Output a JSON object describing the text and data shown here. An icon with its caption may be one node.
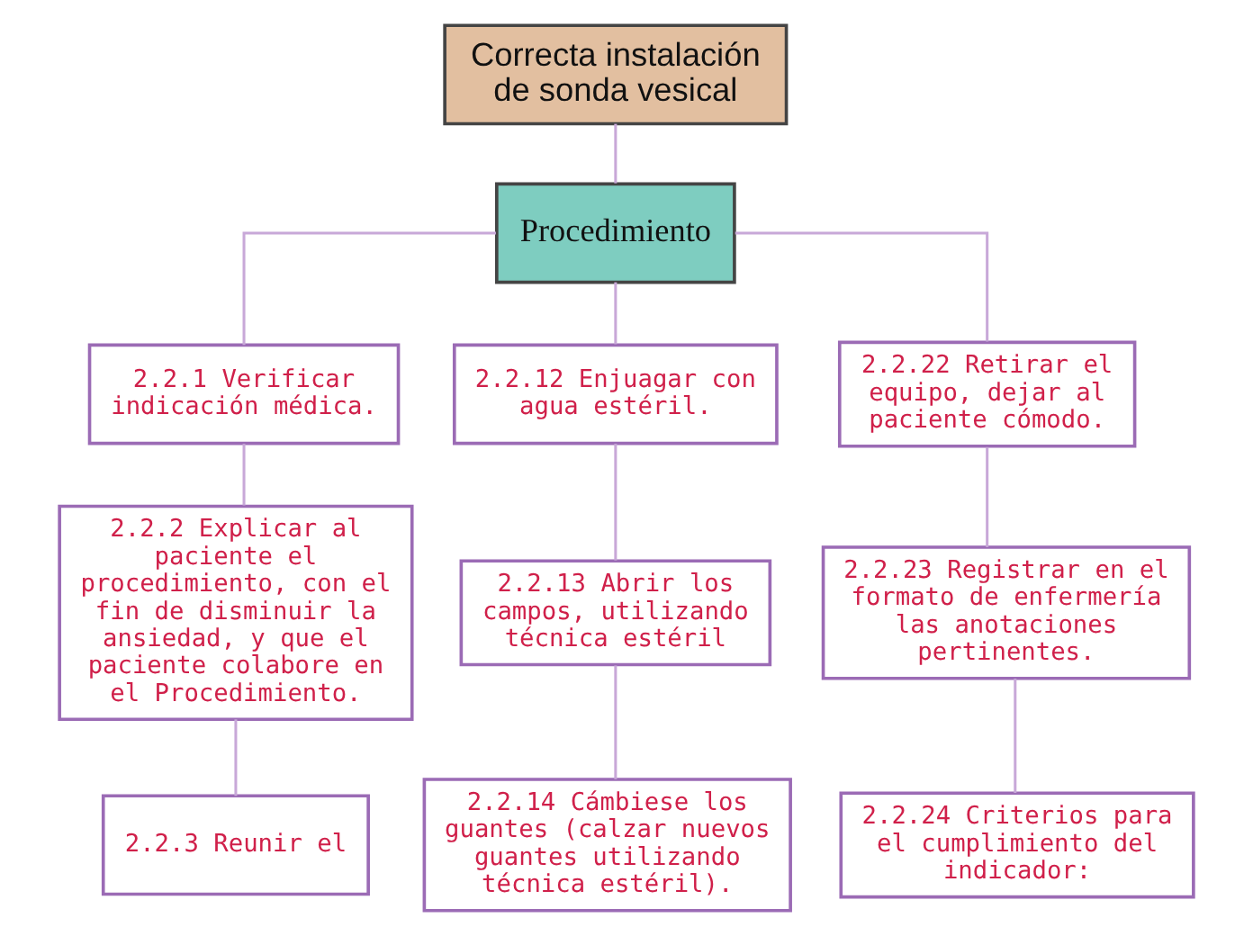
{
  "diagram": {
    "nodes": [
      {
        "text": [
          "Correcta instalación de sonda vesical"
        ]
      },
      {
        "text": [
          "Procedimiento"
        ]
      },
      {
        "text": [
          "2.2.1 Verificar indicación médica."
        ]
      },
      {
        "text": [
          "2.2.12 Enjuagar con agua estéril."
        ]
      },
      {
        "text": [
          "2.2.22 Retirar el equipo, dejar al paciente cómodo."
        ]
      },
      {
        "text": [
          "2.2.2 Explicar al paciente el procedimiento, con el fin de disminuir la ansiedad, y que el paciente colabore en el Procedimiento."
        ]
      },
      {
        "text": [
          "2.2.13 Abrir los campos, utilizando técnica estéril"
        ]
      },
      {
        "text": [
          "2.2.23 Registrar en el formato de enfermería las anotaciones pertinentes."
        ]
      },
      {
        "text": [
          "2.2.3 Reunir el"
        ]
      },
      {
        "text": [
          "2.2.14 Cámbiese los guantes (calzar nuevos guantes utilizando técnica estéril)."
        ]
      },
      {
        "text": [
          "2.2.24 Criterios para el cumplimiento del indicador:"
        ]
      }
    ],
    "edges": [
      {
        "from": 0,
        "to": 1,
        "arrow": "none"
      },
      {
        "from": 1,
        "to": 2,
        "arrow": "none"
      },
      {
        "from": 1,
        "to": 3,
        "arrow": "none"
      },
      {
        "from": 1,
        "to": 4,
        "arrow": "none"
      },
      {
        "from": 2,
        "to": 5,
        "arrow": "none"
      },
      {
        "from": 5,
        "to": 8,
        "arrow": "none"
      },
      {
        "from": 3,
        "to": 6,
        "arrow": "none"
      },
      {
        "from": 6,
        "to": 9,
        "arrow": "none"
      },
      {
        "from": 4,
        "to": 7,
        "arrow": "none"
      },
      {
        "from": 7,
        "to": 10,
        "arrow": "none"
      }
    ]
  }
}
